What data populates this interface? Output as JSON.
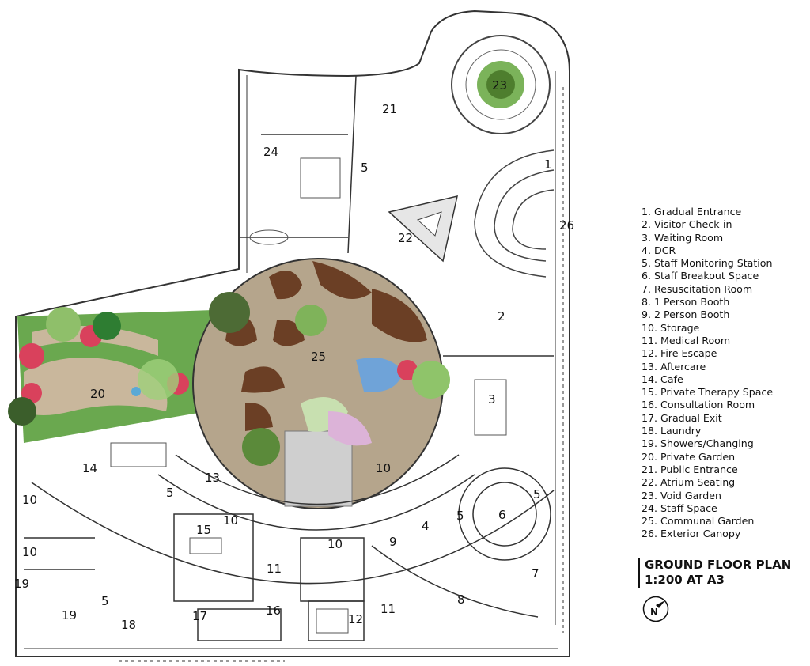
{
  "rooms": [
    {
      "label": "1"
    },
    {
      "label": "2"
    },
    {
      "label": "3"
    },
    {
      "label": "4"
    },
    {
      "label": "5"
    },
    {
      "label": "5"
    },
    {
      "label": "5"
    },
    {
      "label": "5"
    },
    {
      "label": "5"
    },
    {
      "label": "6"
    },
    {
      "label": "7"
    },
    {
      "label": "8"
    },
    {
      "label": "9"
    },
    {
      "label": "10"
    },
    {
      "label": "10"
    },
    {
      "label": "10"
    },
    {
      "label": "10"
    },
    {
      "label": "10"
    },
    {
      "label": "11"
    },
    {
      "label": "11"
    },
    {
      "label": "12"
    },
    {
      "label": "13"
    },
    {
      "label": "14"
    },
    {
      "label": "15"
    },
    {
      "label": "16"
    },
    {
      "label": "17"
    },
    {
      "label": "18"
    },
    {
      "label": "19"
    },
    {
      "label": "19"
    },
    {
      "label": "20"
    },
    {
      "label": "21"
    },
    {
      "label": "22"
    },
    {
      "label": "23"
    },
    {
      "label": "24"
    },
    {
      "label": "25"
    },
    {
      "label": "26"
    }
  ],
  "legend": [
    "1. Gradual Entrance",
    "2. Visitor Check-in",
    "3. Waiting Room",
    "4. DCR",
    "5. Staff Monitoring Station",
    "6. Staff Breakout Space",
    "7. Resuscitation Room",
    "8. 1 Person Booth",
    "9. 2 Person Booth",
    "10. Storage",
    "11. Medical Room",
    "12. Fire Escape",
    "13. Aftercare",
    "14. Cafe",
    "15. Private Therapy Space",
    "16. Consultation Room",
    "17. Gradual Exit",
    "18. Laundry",
    "19. Showers/Changing",
    "20. Private Garden",
    "21. Public Entrance",
    "22. Atrium Seating",
    "23. Void Garden",
    "24. Staff Space",
    "25. Communal Garden",
    "26. Exterior Canopy"
  ],
  "title": {
    "line1": "GROUND FLOOR PLAN",
    "line2": "1:200 AT A3"
  },
  "north": {
    "label": "N"
  }
}
